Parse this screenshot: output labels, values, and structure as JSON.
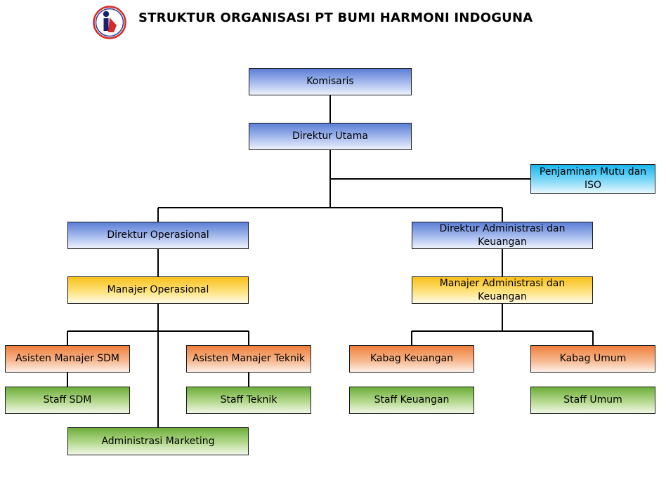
{
  "header": {
    "title": "STRUKTUR ORGANISASI PT BUMI HARMONI INDOGUNA",
    "logo_icon": "company-logo-icon"
  },
  "colors": {
    "level_board": "#5b7ed6",
    "level_quality": "#18b6ef",
    "level_manager": "#f9c01a",
    "level_assistant": "#ef7f3c",
    "level_staff": "#6dae3a"
  },
  "nodes": {
    "komisaris": "Komisaris",
    "direktur_utama": "Direktur Utama",
    "penjaminan_mutu": "Penjaminan Mutu dan ISO",
    "direktur_operasional": "Direktur Operasional",
    "direktur_adm": "Direktur Administrasi dan Keuangan",
    "manajer_operasional": "Manajer Operasional",
    "manajer_adm": "Manajer Administrasi dan Keuangan",
    "asisten_sdm": "Asisten Manajer SDM",
    "asisten_teknik": "Asisten Manajer Teknik",
    "kabag_keuangan": "Kabag Keuangan",
    "kabag_umum": "Kabag Umum",
    "staff_sdm": "Staff SDM",
    "staff_teknik": "Staff Teknik",
    "staff_keuangan": "Staff Keuangan",
    "staff_umum": "Staff Umum",
    "adm_marketing": "Administrasi Marketing"
  }
}
